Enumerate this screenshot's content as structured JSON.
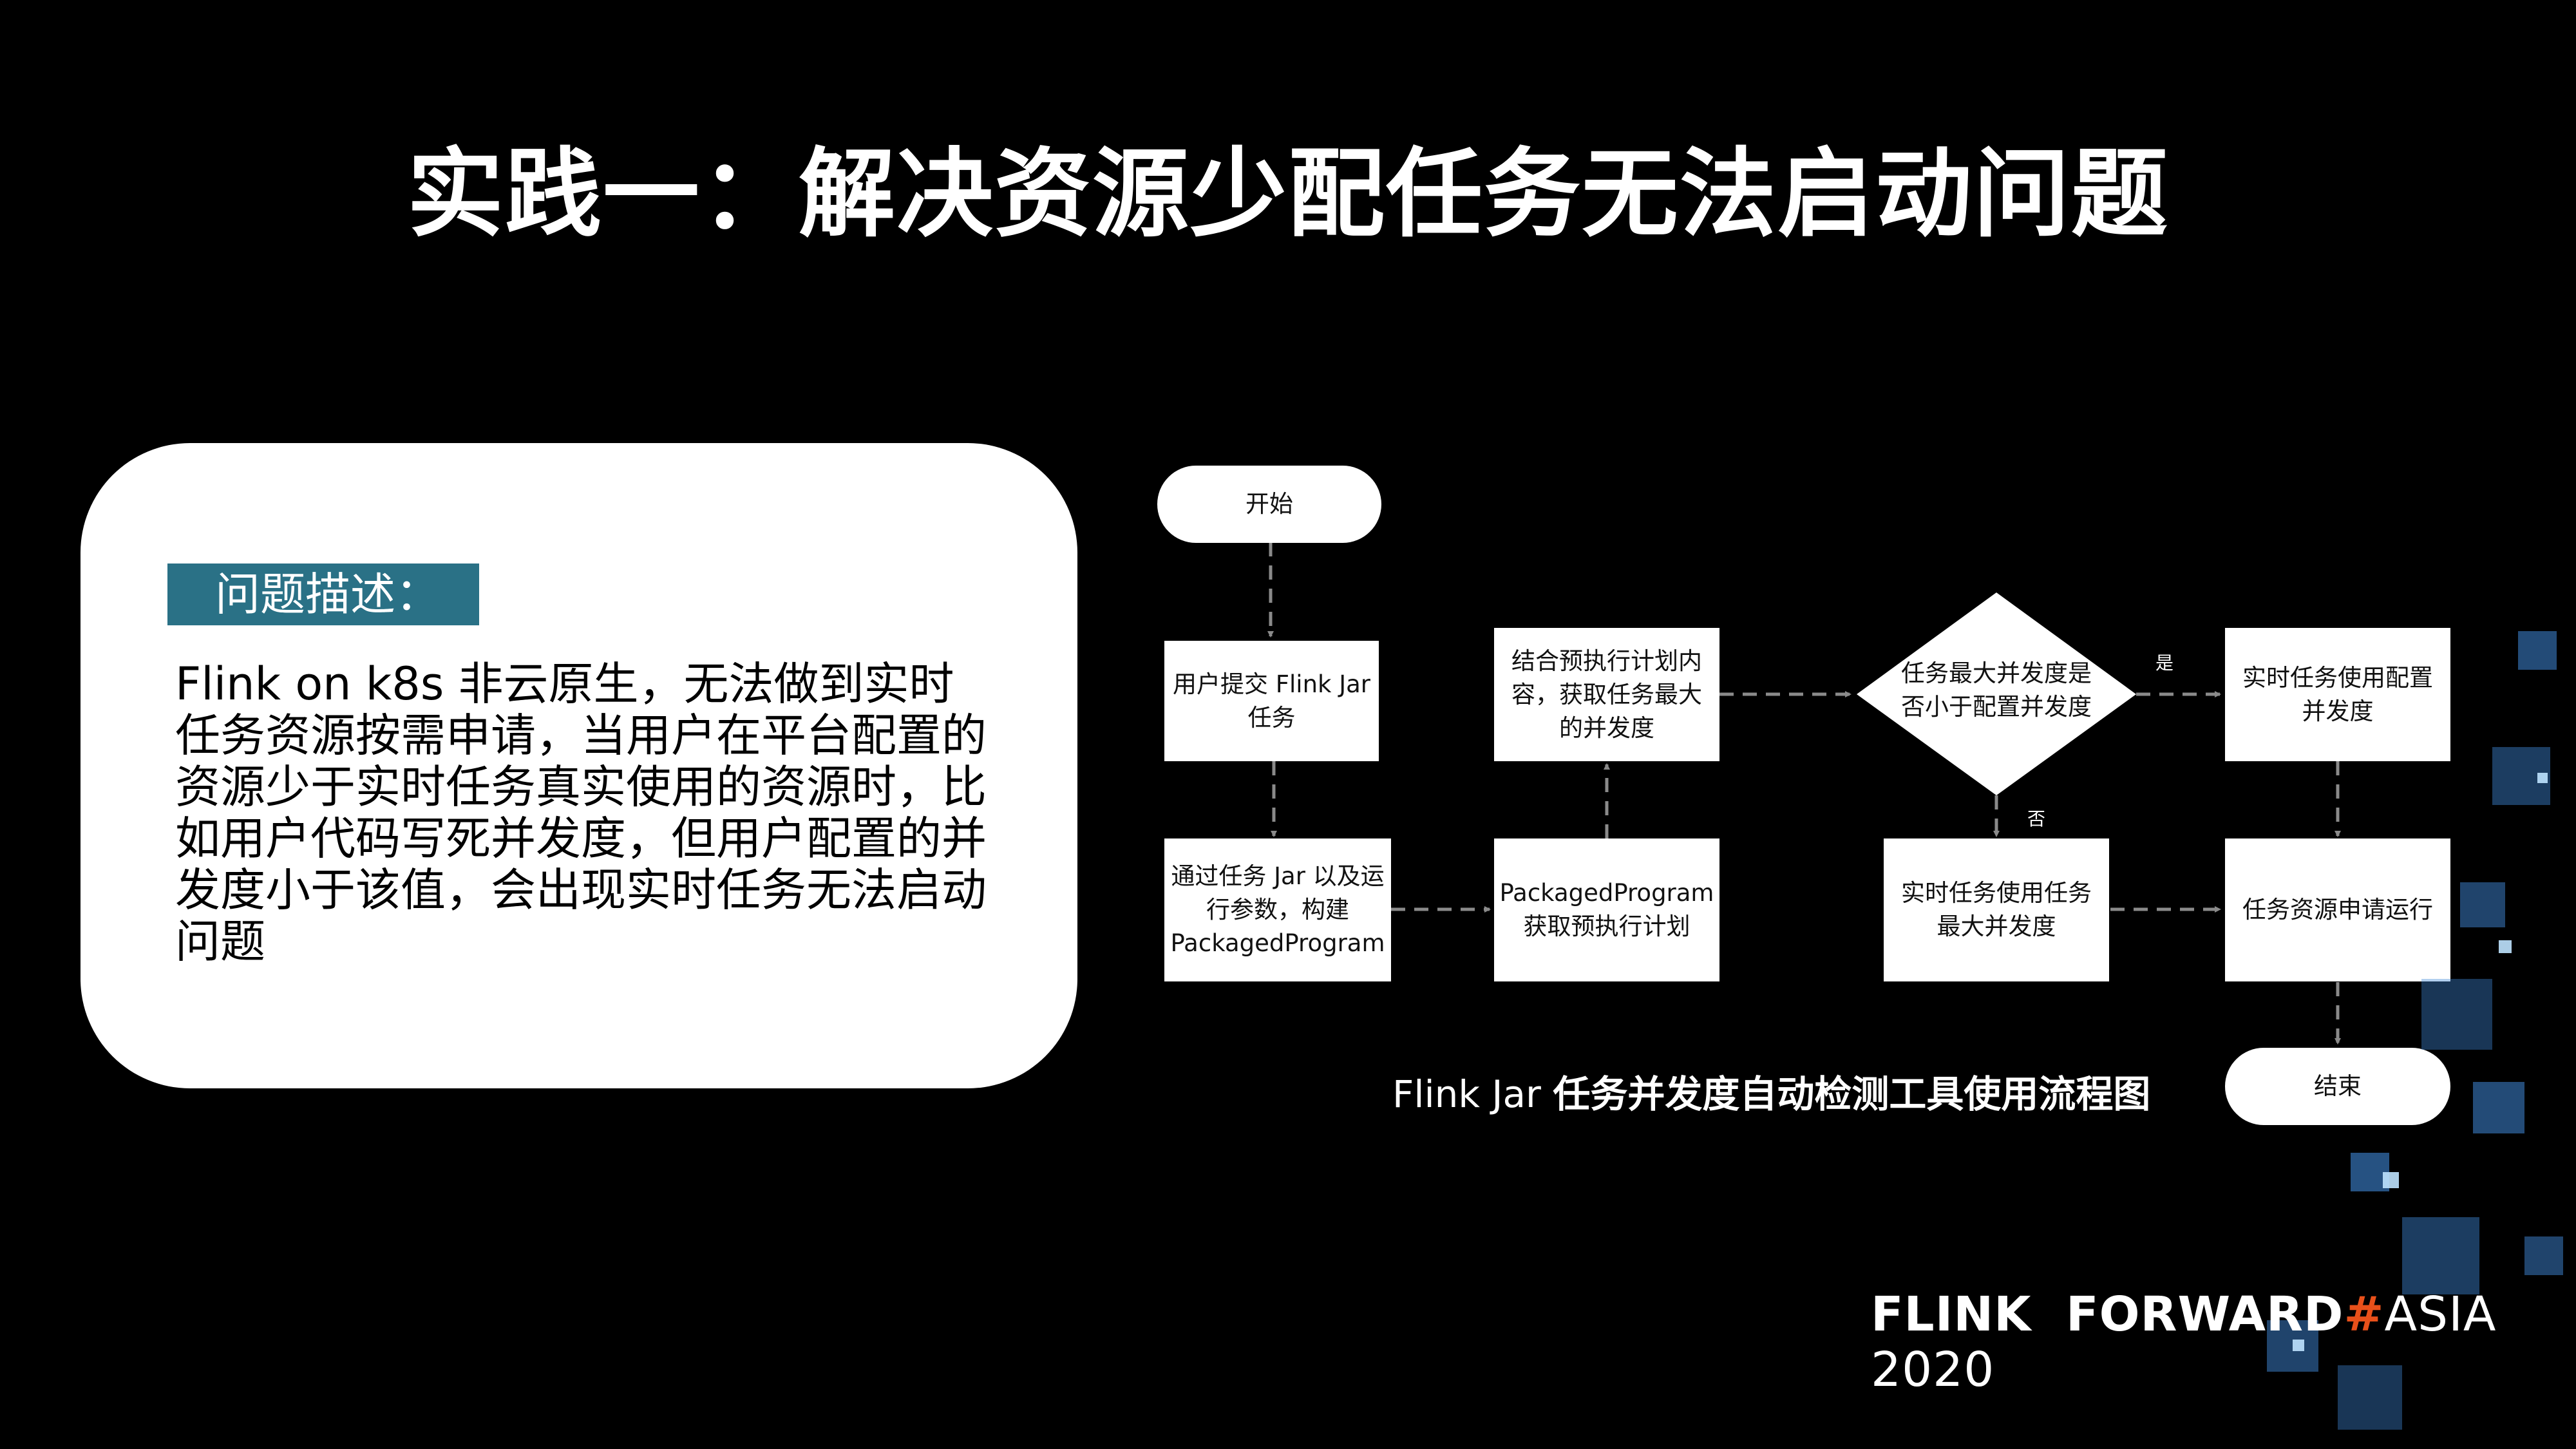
{
  "title": "实践一：解决资源少配任务无法启动问题",
  "card": {
    "label": "问题描述：",
    "text": "Flink on k8s 非云原生，无法做到实时任务资源按需申请，当用户在平台配置的资源少于实时任务真实使用的资源时，比如用户代码写死并发度，但用户配置的并发度小于该值，会出现实时任务无法启动问题"
  },
  "flow": {
    "start": "开始",
    "submit": "用户提交 Flink Jar 任务",
    "build": "通过任务 Jar 以及运行参数，构建 PackagedProgram",
    "plan": "PackagedProgram 获取预执行计划",
    "combine": "结合预执行计划内容，获取任务最大的并发度",
    "decision": "任务最大并发度是否小于配置并发度",
    "yes_label": "是",
    "no_label": "否",
    "use_config": "实时任务使用配置并发度",
    "use_max": "实时任务使用任务最大并发度",
    "request": "任务资源申请运行",
    "end": "结束"
  },
  "caption": {
    "prefix": "Flink Jar ",
    "rest": "任务并发度自动检测工具使用流程图"
  },
  "brand": {
    "flink": "FLINK",
    "forward": "FORWARD",
    "hash": "#",
    "asia": "ASIA 2020"
  },
  "colors": {
    "background": "#000000",
    "label_bg": "#2a7186",
    "arrow": "#8a8a8a",
    "brand_hash": "#e8501a"
  }
}
